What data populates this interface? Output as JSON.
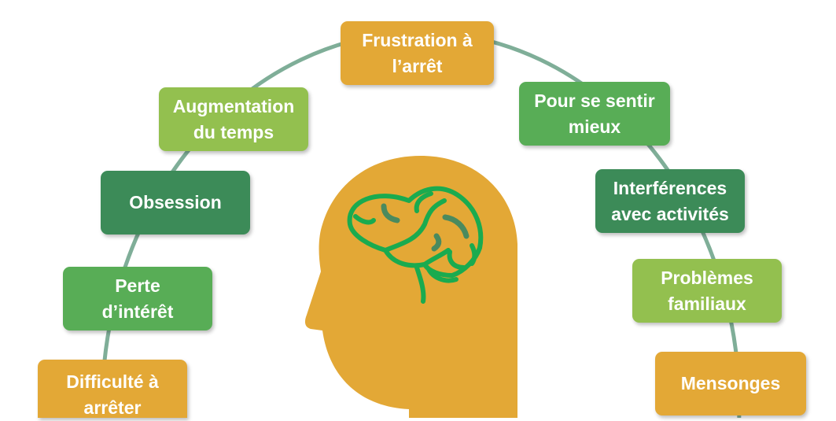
{
  "colors": {
    "orange": "#e3a836",
    "light_green": "#93c04f",
    "medium_green": "#58ad56",
    "dark_green": "#3c8b58",
    "connector": "#7fae98",
    "brain": "#1aab4f"
  },
  "nodes": [
    {
      "id": "frustration",
      "label": "Frustration à l’arrêt"
    },
    {
      "id": "augmentation",
      "label": "Augmentation du temps"
    },
    {
      "id": "sentir",
      "label": "Pour se sentir mieux"
    },
    {
      "id": "obsession",
      "label": "Obsession"
    },
    {
      "id": "interferences",
      "label": "Interférences avec activités"
    },
    {
      "id": "perte",
      "label": "Perte d’intérêt"
    },
    {
      "id": "problemes",
      "label": "Problèmes familiaux"
    },
    {
      "id": "difficulte",
      "label": "Difficulté à arrêter"
    },
    {
      "id": "mensonges",
      "label": "Mensonges"
    }
  ],
  "center_icon": "head-with-brain-icon"
}
